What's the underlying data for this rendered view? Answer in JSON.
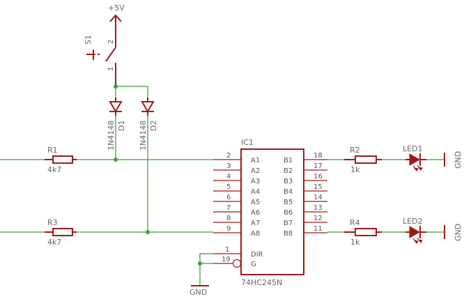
{
  "power": {
    "vcc_label": "+5V",
    "gnd_label": "GND"
  },
  "switch": {
    "name": "S1",
    "pin1": "1",
    "pin2": "2"
  },
  "diodes": [
    {
      "name": "D1",
      "value": "1N4148"
    },
    {
      "name": "D2",
      "value": "1N4148"
    }
  ],
  "resistors": [
    {
      "name": "R1",
      "value": "4k7"
    },
    {
      "name": "R2",
      "value": "1k"
    },
    {
      "name": "R3",
      "value": "4k7"
    },
    {
      "name": "R4",
      "value": "1k"
    }
  ],
  "leds": [
    {
      "name": "LED1"
    },
    {
      "name": "LED2"
    }
  ],
  "ic": {
    "name": "IC1",
    "part": "74HC245N",
    "left_pins": [
      {
        "num": "2",
        "name": "A1"
      },
      {
        "num": "3",
        "name": "A2"
      },
      {
        "num": "4",
        "name": "A3"
      },
      {
        "num": "5",
        "name": "A4"
      },
      {
        "num": "6",
        "name": "A5"
      },
      {
        "num": "7",
        "name": "A6"
      },
      {
        "num": "8",
        "name": "A7"
      },
      {
        "num": "9",
        "name": "A8"
      }
    ],
    "right_pins": [
      {
        "num": "18",
        "name": "B1"
      },
      {
        "num": "17",
        "name": "B2"
      },
      {
        "num": "16",
        "name": "B3"
      },
      {
        "num": "15",
        "name": "B4"
      },
      {
        "num": "14",
        "name": "B5"
      },
      {
        "num": "13",
        "name": "B6"
      },
      {
        "num": "12",
        "name": "B7"
      },
      {
        "num": "11",
        "name": "B8"
      }
    ],
    "control_pins": [
      {
        "num": "1",
        "name": "DIR"
      },
      {
        "num": "19",
        "name": "G"
      }
    ]
  }
}
